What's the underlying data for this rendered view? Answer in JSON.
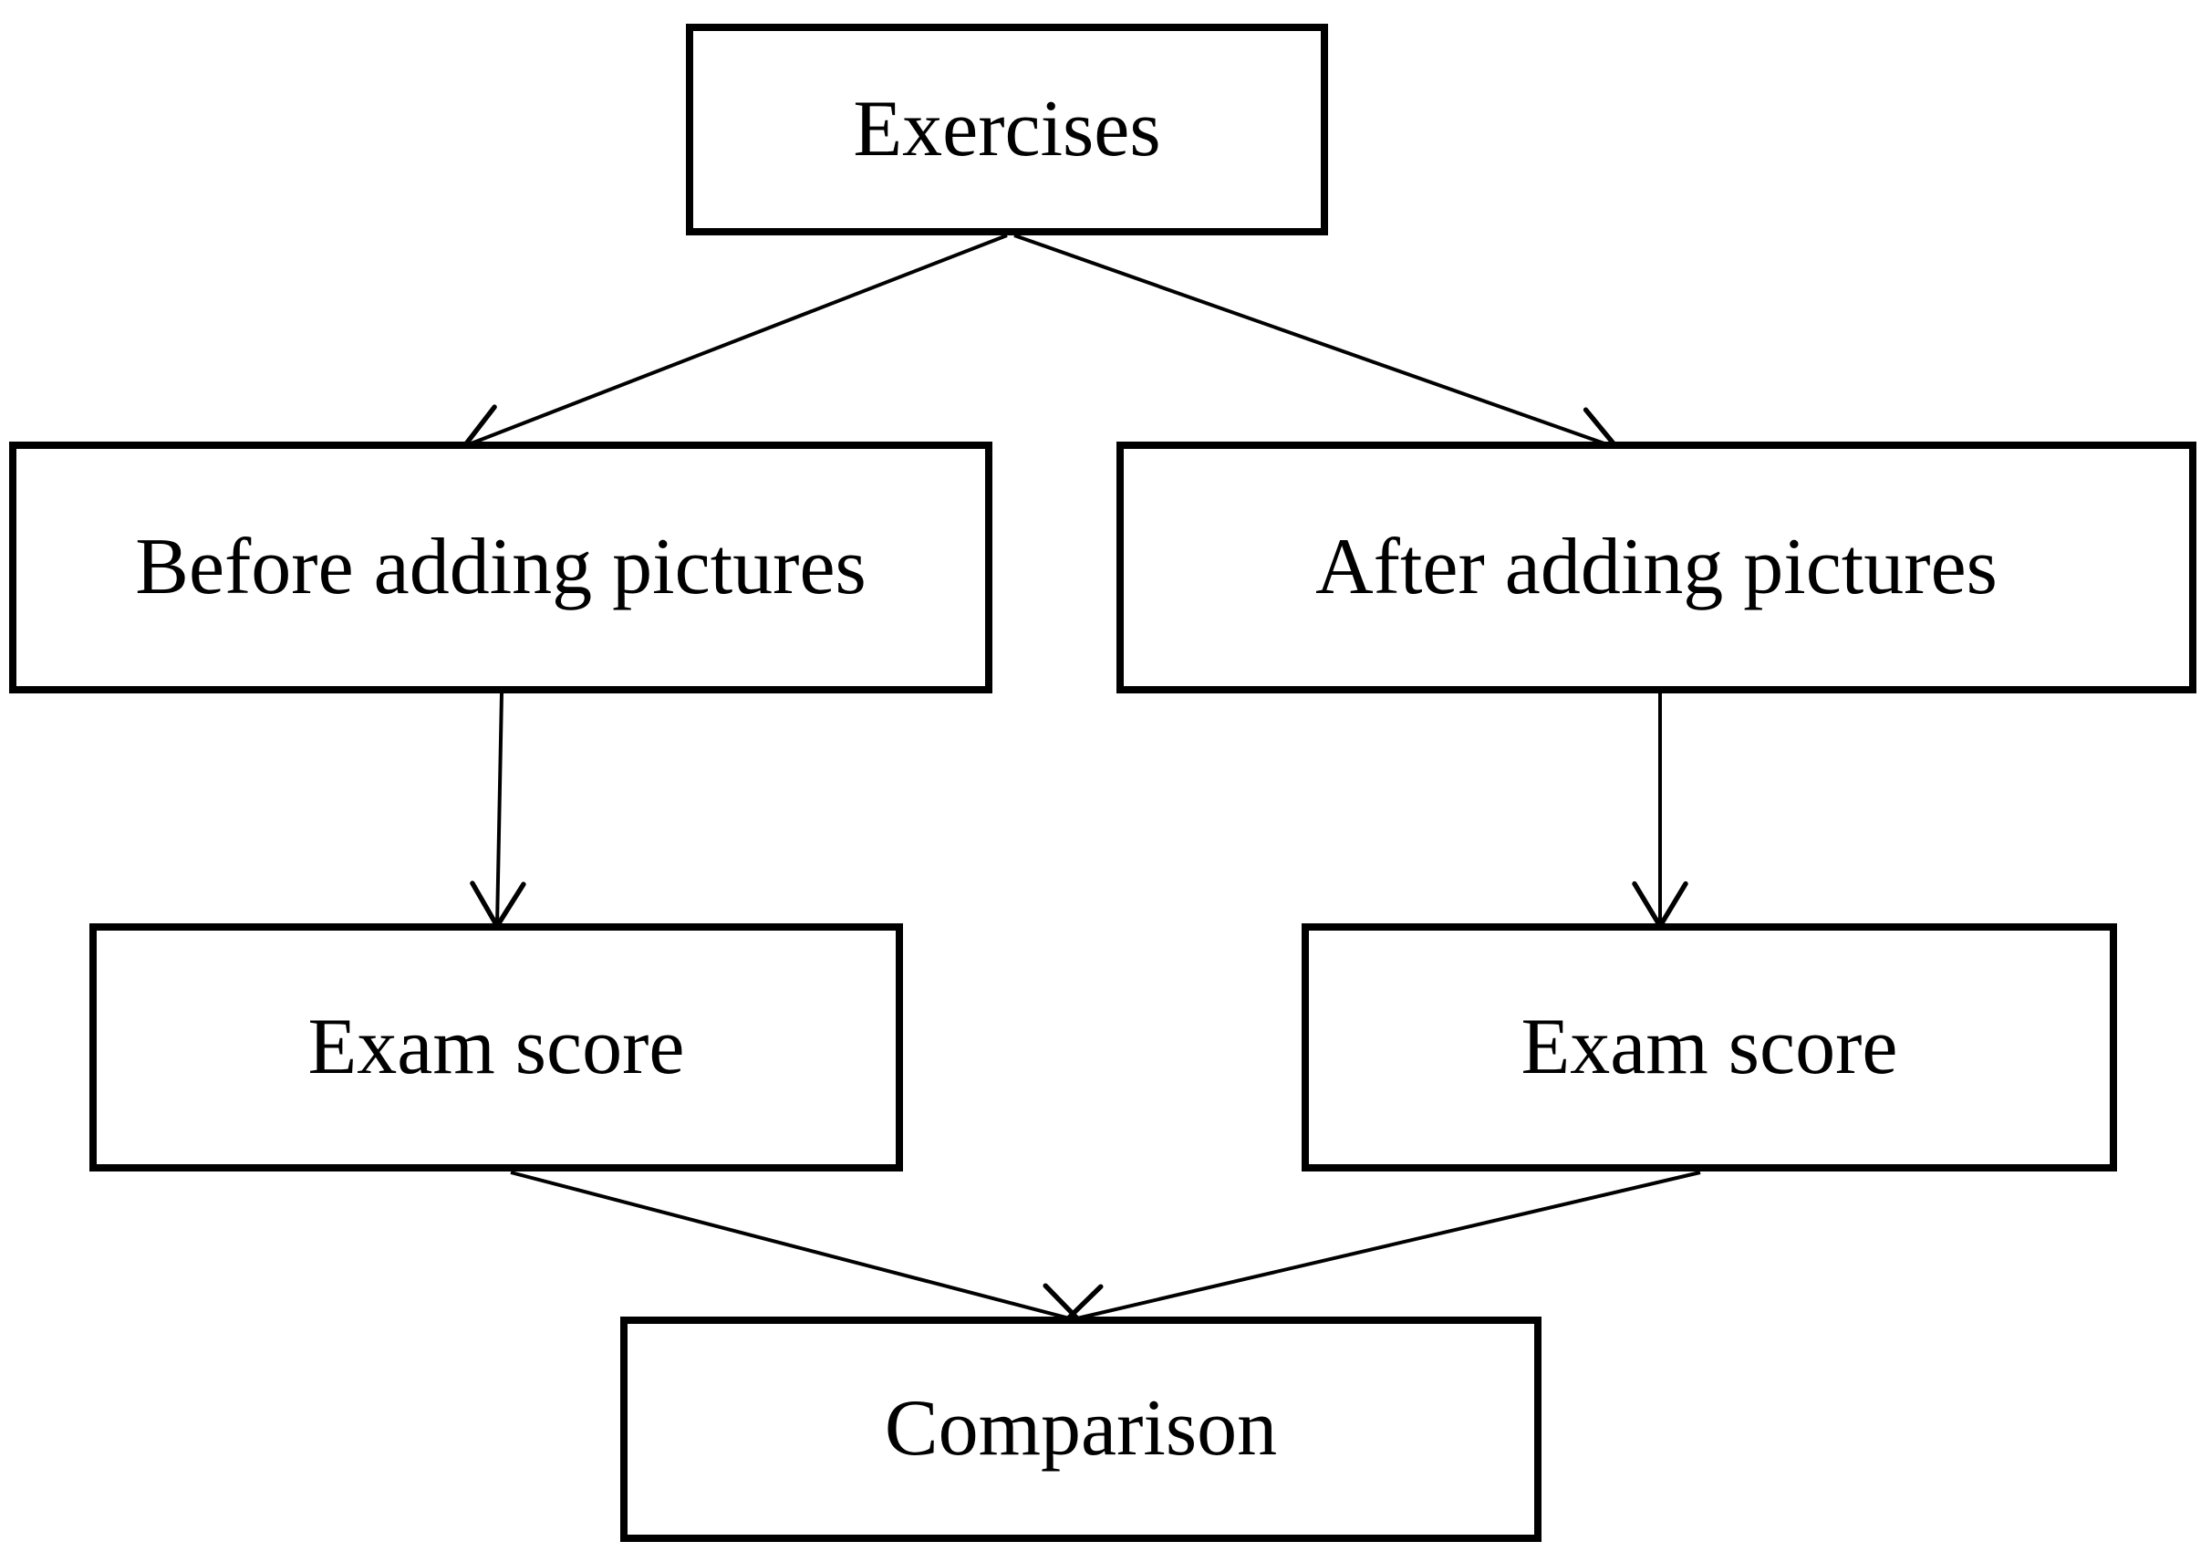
{
  "diagram": {
    "background_color": "#ffffff",
    "box_fill_color": "#ffffff",
    "box_border_color": "#000000",
    "text_color": "#000000",
    "arrow_color": "#000000",
    "arrowhead_style": "open-v",
    "nodes": {
      "exercises": {
        "label": "Exercises"
      },
      "before": {
        "label": "Before adding pictures"
      },
      "after": {
        "label": "After adding pictures"
      },
      "exam_left": {
        "label": "Exam score"
      },
      "exam_right": {
        "label": "Exam score"
      },
      "comparison": {
        "label": "Comparison"
      }
    },
    "edges": [
      {
        "from": "exercises",
        "to": "before"
      },
      {
        "from": "exercises",
        "to": "after"
      },
      {
        "from": "before",
        "to": "exam_left"
      },
      {
        "from": "after",
        "to": "exam_right"
      },
      {
        "from": "exam_left",
        "to": "comparison"
      },
      {
        "from": "exam_right",
        "to": "comparison"
      }
    ]
  }
}
